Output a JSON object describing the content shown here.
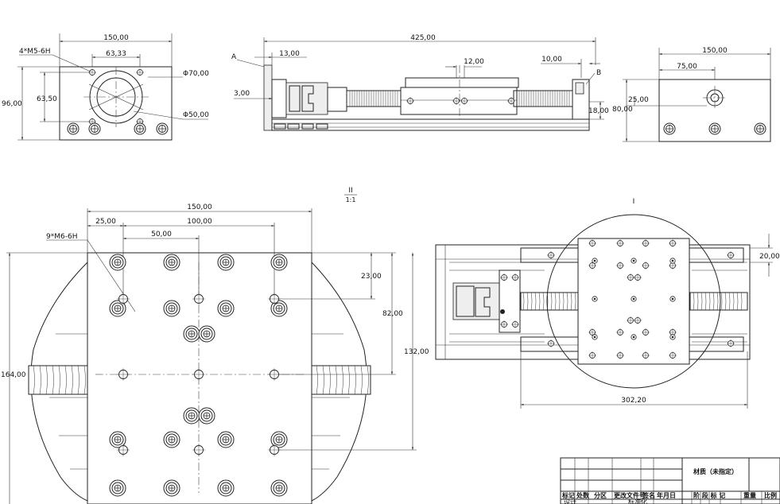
{
  "top_left_view": {
    "width_dim": "150,00",
    "hole_spacing_dim": "63,33",
    "height_dim": "96,00",
    "hole_vertical_dim": "63,50",
    "thread_note": "4*M5-6H",
    "outer_diameter": "Φ70,00",
    "inner_diameter": "Φ50,00"
  },
  "side_view": {
    "total_length": "425,00",
    "left_offset": "13,00",
    "center_gap": "12,00",
    "right_offset": "10,00",
    "left_height": "3,00",
    "right_height": "18,00",
    "label_a": "A",
    "label_b": "B"
  },
  "end_view": {
    "width_dim": "150,00",
    "half_width_dim": "75,00",
    "center_height": "25,00",
    "height_dim": "80,00"
  },
  "detail_view": {
    "label": "II",
    "scale": "1:1",
    "width_dim": "150,00",
    "edge_offset": "25,00",
    "hole_span": "100,00",
    "hole_pitch": "50,00",
    "thread_note": "9*M6-6H",
    "top_offset": "23,00",
    "mid_height": "82,00",
    "total_hole_height": "132,00",
    "overall_height": "164,00"
  },
  "plan_view": {
    "label": "I",
    "length_dim": "302,20",
    "side_offset": "20,00"
  },
  "title_block": {
    "material": "材质（未指定）",
    "headers": [
      "标记",
      "处数",
      "分区",
      "更改文件号",
      "签名",
      "年月日"
    ],
    "stage_headers": [
      "阶 段 标 记",
      "重量",
      "比例"
    ],
    "row2_left": "设计",
    "row2_mid": "标准化"
  }
}
